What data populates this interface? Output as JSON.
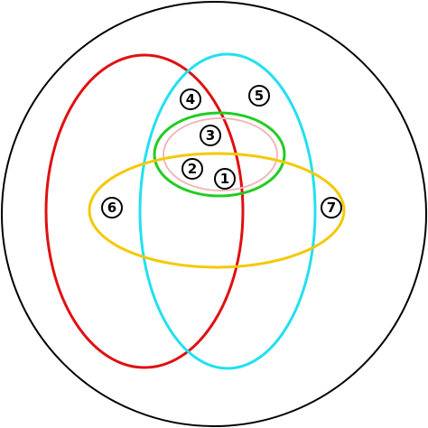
{
  "colors": {
    "background": "#ffffff",
    "outer_circle": "#000000",
    "red_ellipse": "#e01010",
    "cyan_ellipse": "#22e0f0",
    "green_ellipse": "#22cc22",
    "pink_ellipse": "#f0b8b8",
    "yellow_ellipse": "#f5c800",
    "label_circle": "#000000"
  },
  "labels": [
    {
      "id": "label-1",
      "text": "1"
    },
    {
      "id": "label-2",
      "text": "2"
    },
    {
      "id": "label-3",
      "text": "3"
    },
    {
      "id": "label-4",
      "text": "4"
    },
    {
      "id": "label-5",
      "text": "5"
    },
    {
      "id": "label-6",
      "text": "6"
    },
    {
      "id": "label-7",
      "text": "7"
    }
  ]
}
